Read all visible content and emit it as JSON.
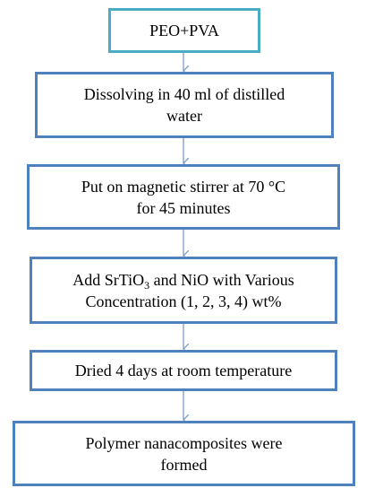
{
  "flowchart": {
    "colors": {
      "start_border": "#4BACC6",
      "step_border": "#4F81BD",
      "arrow": "#7A9CC6"
    },
    "steps": [
      {
        "text": "PEO+PVA"
      },
      {
        "text": "Dissolving in 40 ml of distilled\nwater"
      },
      {
        "text": "Put on magnetic stirrer at 70 °C\nfor 45 minutes"
      },
      {
        "text_pre": "Add SrTiO",
        "text_sub": "3",
        "text_post": " and NiO with Various\nConcentration (1, 2, 3, 4) wt%"
      },
      {
        "text": "Dried 4 days at room temperature"
      },
      {
        "text": "Polymer nanacomposites were\nformed"
      }
    ]
  }
}
